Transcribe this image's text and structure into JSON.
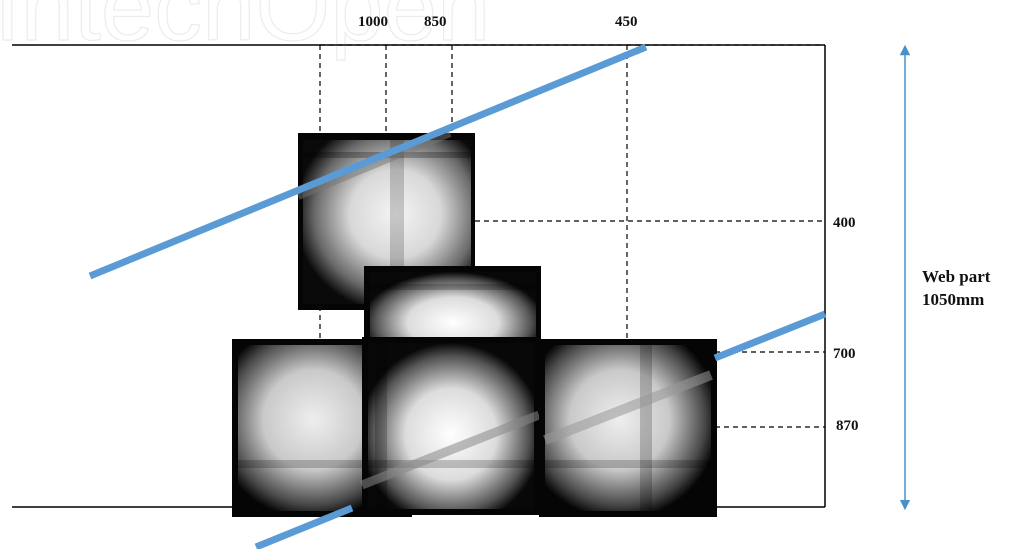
{
  "watermark": "IntechOpen",
  "top_labels": [
    "1000",
    "850",
    "450"
  ],
  "right_labels": [
    "400",
    "700",
    "870"
  ],
  "side_label": {
    "line1": "Web part",
    "line2": "1050mm"
  },
  "colors": {
    "beam_line": "#5b9bd5",
    "frame": "#000000",
    "arrow": "#4a90c8"
  }
}
